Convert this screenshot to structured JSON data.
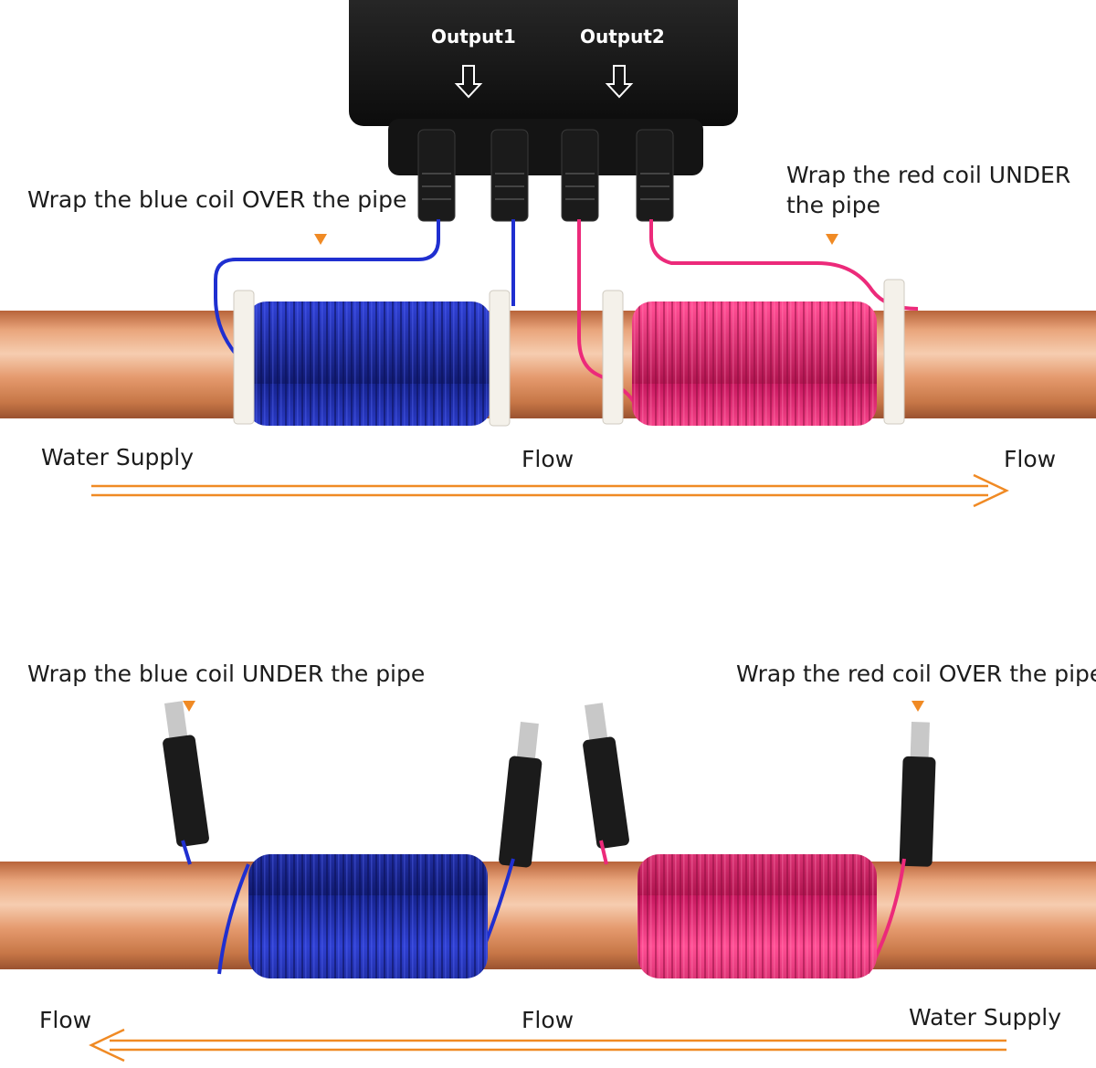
{
  "controller": {
    "output1_label": "Output1",
    "output2_label": "Output2"
  },
  "top_diagram": {
    "blue_instruction": "Wrap the blue coil OVER the pipe",
    "red_instruction": "Wrap the red coil UNDER the pipe",
    "water_supply_label": "Water Supply",
    "flow_label_middle": "Flow",
    "flow_label_end": "Flow",
    "flow_direction": "right"
  },
  "bottom_diagram": {
    "blue_instruction": "Wrap the blue coil UNDER the pipe",
    "red_instruction": "Wrap the red coil OVER the pipe",
    "water_supply_label": "Water Supply",
    "flow_label_middle": "Flow",
    "flow_label_end": "Flow",
    "flow_direction": "left"
  },
  "colors": {
    "blue_coil": "#1f2fb5",
    "red_coil": "#ec2a7a",
    "pipe": "#d98a5c",
    "arrow": "#f08a24",
    "controller": "#111111"
  }
}
